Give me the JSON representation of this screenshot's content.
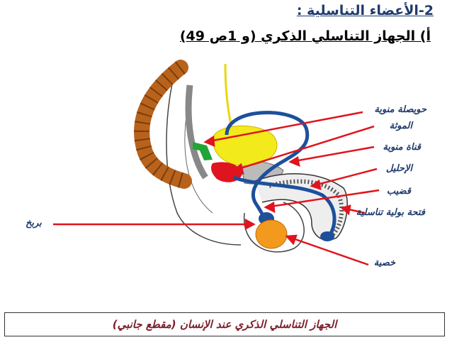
{
  "heading": {
    "title": "2-الأعضاء التناسلية :",
    "subtitle": "أ) الجهاز التناسلي الذكري (و 1ص 49)"
  },
  "labels": {
    "seminal_vesicle": "حويصلة منوية",
    "bladder": "الموثة",
    "vas_deferens": "قناة منوية",
    "urethra": "الإحليل",
    "penis": "قضيب",
    "urogenital_opening": "فتحة بولية تناسلية",
    "scrotum": "بربخ",
    "testis": "خصية"
  },
  "caption": "الجهاز التناسلي الذكري عند الإنسان (مقطع جانبي)",
  "colors": {
    "title": "#1f3a6d",
    "arrows": "#e0141e",
    "duct": "#1d4f9c",
    "bladder": "#f2ea1a",
    "prostate": "#e0141e",
    "seminal": "#23a437",
    "testis": "#f29a1e",
    "spine": "#b8621b",
    "caption": "#7a1f2a"
  }
}
